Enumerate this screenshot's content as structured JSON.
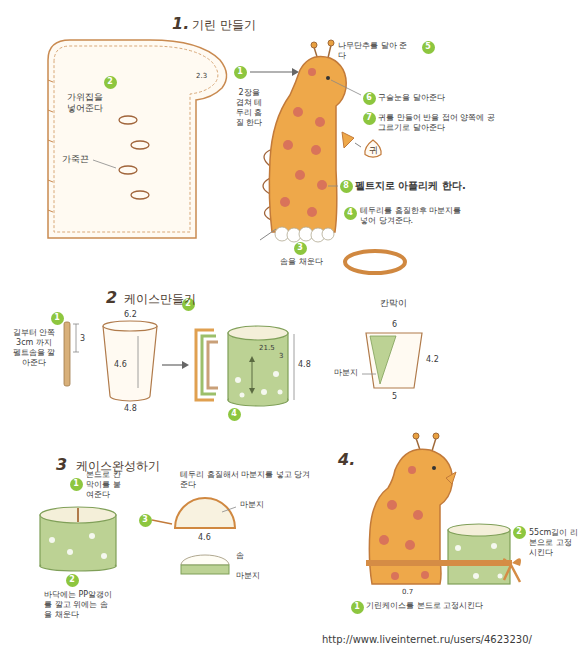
{
  "diagram": {
    "nodes": [
      {
        "text": [
          "2"
        ]
      },
      {
        "text": [
          "1"
        ]
      },
      {
        "text": [
          "5"
        ]
      },
      {
        "text": [
          "6"
        ]
      },
      {
        "text": [
          "7"
        ]
      },
      {
        "text": [
          "귀"
        ]
      },
      {
        "text": [
          "8"
        ]
      },
      {
        "text": [
          "4"
        ]
      },
      {
        "text": [
          "3"
        ]
      },
      {
        "text": [
          "1"
        ]
      },
      {
        "text": [
          "2"
        ]
      },
      {
        "text": [
          "4"
        ]
      },
      {
        "text": [
          "1"
        ]
      },
      {
        "text": [
          "3"
        ]
      },
      {
        "text": [
          "2"
        ]
      },
      {
        "text": [
          "2"
        ]
      },
      {
        "text": [
          "1"
        ]
      }
    ],
    "labels": [
      "1.",
      "기린 만들기",
      "가위집을 넣어준다",
      "가죽끈",
      "2.3",
      "2장을 겹쳐 테두리 홈질 한다",
      "나무단추를 달아 준다",
      "구슬눈을 달아준다",
      "귀를 만들어 반을 접어 양쪽에 공그르기로 달아준다",
      "펠트지로 아플리케 한다.",
      "테두리를 홈질한후 마분지를 넣어 당겨준다.",
      "솜을 채운다",
      "2",
      "케이스만들기",
      "길부터 안쪽 3cm 까지 펠트솜을 깔아준다",
      "3",
      "6.2",
      "4.6",
      "4.8",
      "21.5",
      "3",
      "4.8",
      "칸막이",
      "6",
      "4.2",
      "마분지",
      "5",
      "3",
      "케이스완성하기",
      "본드로 칸막이를 붙여준다",
      "테두리 홈질해서 마분지를 넣고 당겨준다",
      "마분지",
      "4.6",
      "솜",
      "마분지",
      "바닥에는 PP알갱이를 깔고 위에는 솜을 채운다",
      "4.",
      "55cm길이 리본으로 고정시킨다",
      "0.7",
      "기린케이스를 본드로 고정시킨다",
      "http://www.liveinternet.ru/users/4623230/"
    ]
  }
}
